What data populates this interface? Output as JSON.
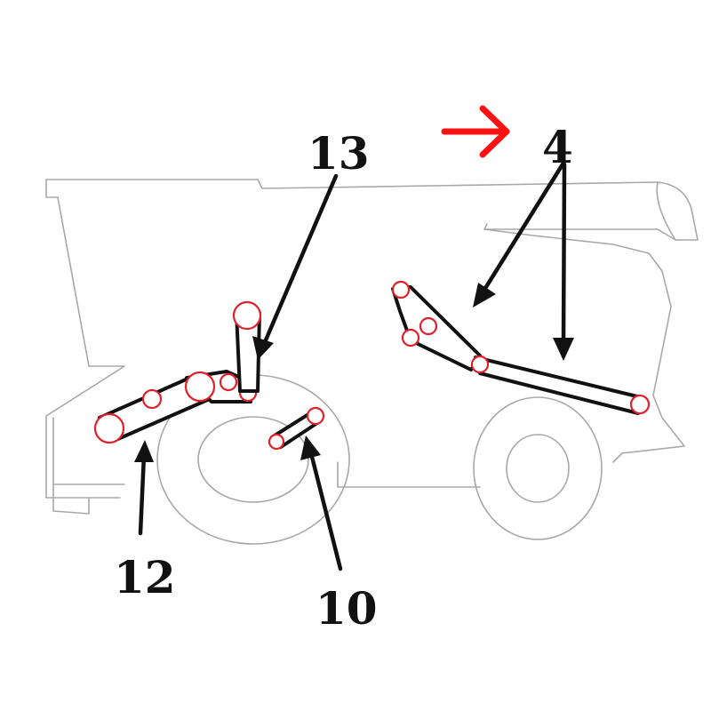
{
  "diagram": {
    "callouts": [
      {
        "id": "4",
        "label": "4"
      },
      {
        "id": "10",
        "label": "10"
      },
      {
        "id": "12",
        "label": "12"
      },
      {
        "id": "13",
        "label": "13"
      }
    ],
    "direction_arrow": {
      "color": "#ff1111",
      "points": "right"
    },
    "colors": {
      "pulley_outline": "#e0202a",
      "belt": "#111111",
      "machine_outline": "#a8a8a8",
      "labels": "#111111"
    }
  }
}
